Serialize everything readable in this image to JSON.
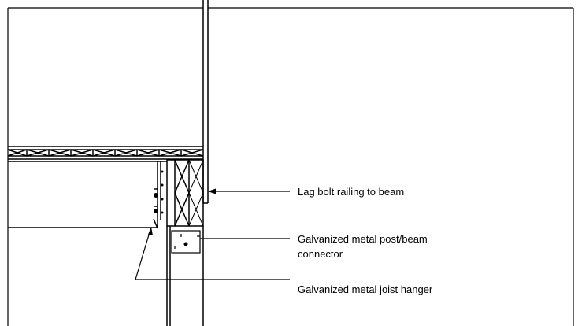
{
  "drawing": {
    "line_color": "#000000",
    "background": "#ffffff",
    "annotations": {
      "lag_bolt": "Lag bolt railing to beam",
      "post_beam_connector_line1": "Galvanized metal post/beam",
      "post_beam_connector_line2": "connector",
      "joist_hanger": "Galvanized metal joist hanger"
    }
  }
}
